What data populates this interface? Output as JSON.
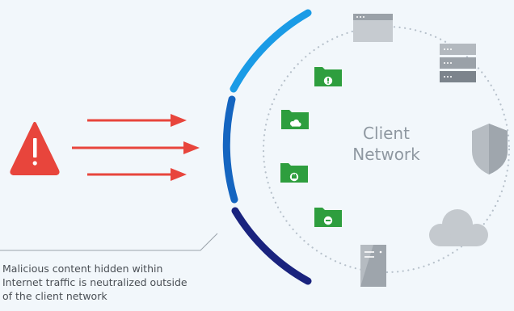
{
  "center_label": {
    "line1": "Client",
    "line2": "Network"
  },
  "caption": {
    "line1": "Malicious content hidden within",
    "line2": "Internet traffic is neutralized outside",
    "line3": "of the client network"
  },
  "colors": {
    "background": "#f2f7fb",
    "arrow_red": "#e8453c",
    "shield_arc_light": "#1a9be6",
    "shield_arc_mid": "#1565c0",
    "shield_arc_dark": "#1a237e",
    "folder_green": "#2e9e3e",
    "device_gray": "#b9bec4"
  },
  "icons": {
    "threat": "warning-triangle-icon",
    "folders": [
      "folder-alert-icon",
      "folder-cloud-icon",
      "folder-shop-icon",
      "folder-blocked-icon"
    ],
    "network_devices": [
      "browser-window-icon",
      "server-rack-icon",
      "shield-icon",
      "cloud-icon",
      "tower-pc-icon"
    ]
  }
}
